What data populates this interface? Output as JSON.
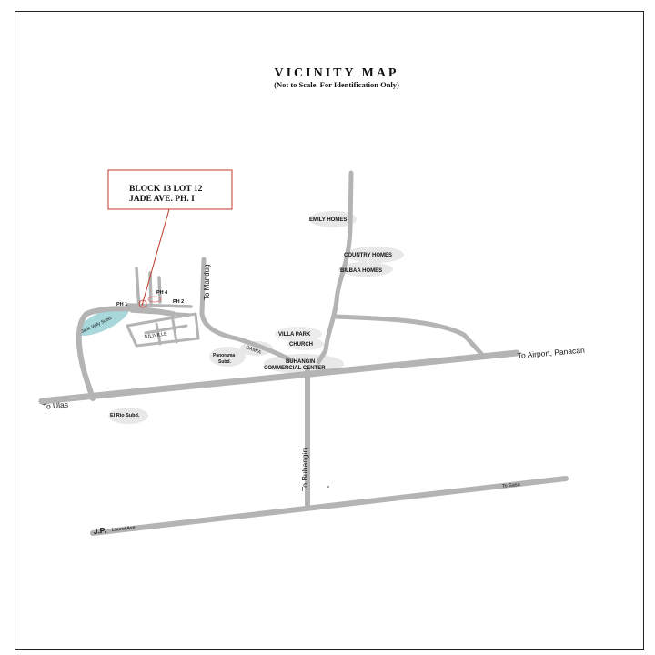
{
  "title": "VICINITY MAP",
  "subtitle": "(Not to Scale. For Identification Only)",
  "callout": {
    "line1": "BLOCK 13 LOT 12",
    "line2": "JADE AVE. PH. I"
  },
  "places": {
    "emily_homes": "EMILY HOMES",
    "country_homes": "COUNTRY HOMES",
    "bilbaa_homes": "BILBAA HOMES",
    "villa_park": "VILLA PARK",
    "church": "CHURCH",
    "buhangin_cc_line1": "BUHANGIN",
    "buhangin_cc_line2": "COMMERCIAL CENTER",
    "panorama_line1": "Panorama",
    "panorama_line2": "Subd.",
    "damia": "DAMIA",
    "julivil": "JULIVILLE",
    "jade_valley": "Jade Vally Subd.",
    "ph1": "PH 1",
    "ph2": "PH 2",
    "ph4": "PH 4",
    "el_rio": "El Rio Subd."
  },
  "roads": {
    "to_mandug": "To Mandug",
    "to_airport": "To Airport, Panacan",
    "to_ulas": "To Ulas",
    "to_buhangin": "To Buhangin",
    "to_sasa": "To Sasa",
    "jp_laurel_1": "J.P.",
    "jp_laurel_2": "Laurel Ave."
  },
  "colors": {
    "road": "#b4b4b4",
    "blob": "#e8e8e8",
    "jade_valley": "#a8d8dc",
    "callout": "#c0392b"
  }
}
